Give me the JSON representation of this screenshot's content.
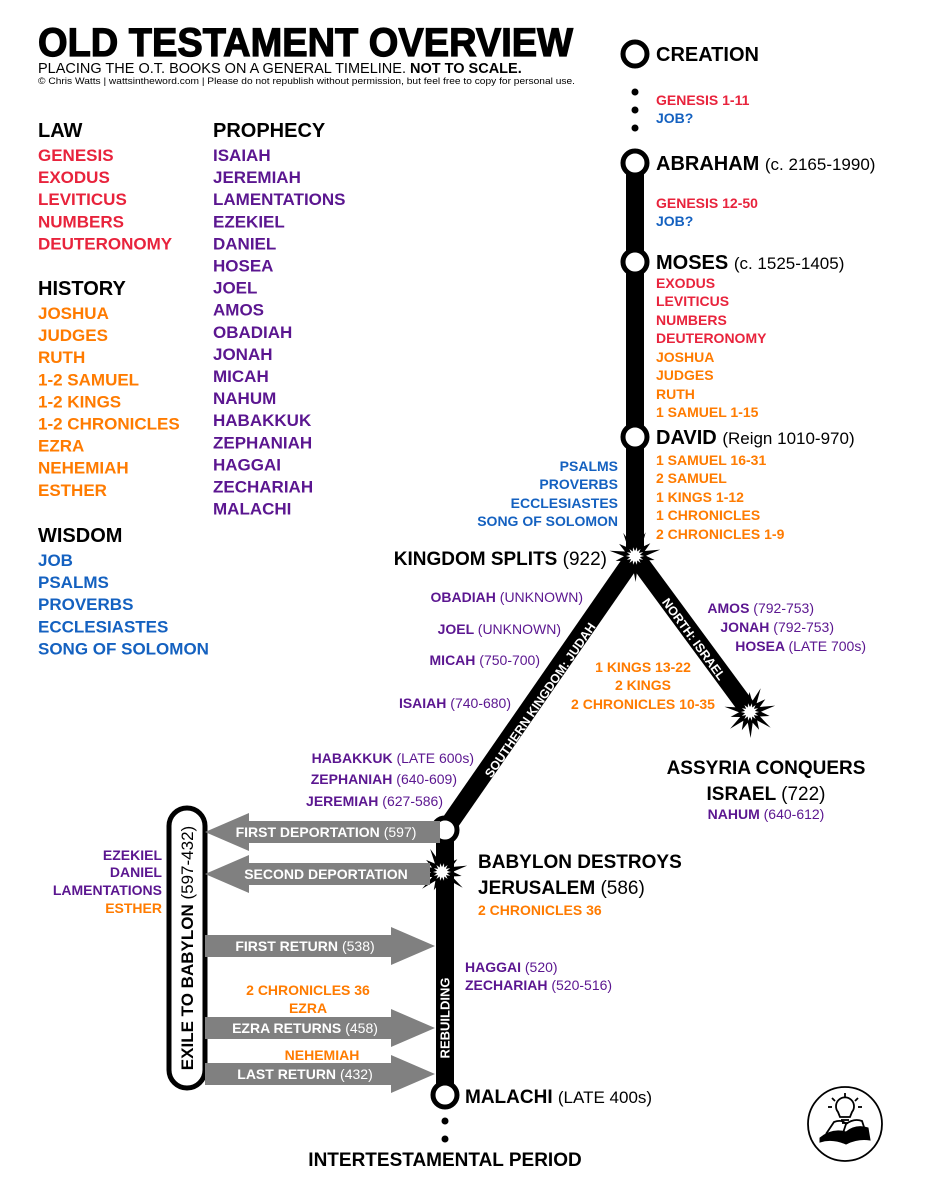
{
  "header": {
    "title": "OLD TESTAMENT OVERVIEW",
    "subtitle": "PLACING THE O.T. BOOKS ON A GENERAL TIMELINE.",
    "subtitle_bold": "NOT TO SCALE.",
    "copyright": "© Chris Watts | wattsintheword.com | Please do not republish without permission, but feel free to copy for personal use."
  },
  "colors": {
    "law": "#e8233c",
    "history": "#ff7b00",
    "prophecy": "#5b1690",
    "wisdom": "#1461c0",
    "timeline": "#000000",
    "arrows": "#808080"
  },
  "categories": [
    {
      "heading": "LAW",
      "color": "red",
      "books": [
        "GENESIS",
        "EXODUS",
        "LEVITICUS",
        "NUMBERS",
        "DEUTERONOMY"
      ]
    },
    {
      "heading": "HISTORY",
      "color": "org",
      "books": [
        "JOSHUA",
        "JUDGES",
        "RUTH",
        "1-2 SAMUEL",
        "1-2 KINGS",
        "1-2 CHRONICLES",
        "EZRA",
        "NEHEMIAH",
        "ESTHER"
      ]
    },
    {
      "heading": "WISDOM",
      "color": "blu",
      "books": [
        "JOB",
        "PSALMS",
        "PROVERBS",
        "ECCLESIASTES",
        "SONG OF SOLOMON"
      ]
    },
    {
      "heading": "PROPHECY",
      "color": "pur",
      "books": [
        "ISAIAH",
        "JEREMIAH",
        "LAMENTATIONS",
        "EZEKIEL",
        "DANIEL",
        "HOSEA",
        "JOEL",
        "AMOS",
        "OBADIAH",
        "JONAH",
        "MICAH",
        "NAHUM",
        "HABAKKUK",
        "ZEPHANIAH",
        "HAGGAI",
        "ZECHARIAH",
        "MALACHI"
      ]
    }
  ],
  "timeline": {
    "creation": "CREATION",
    "creation_books": [
      "GENESIS 1-11",
      "JOB?"
    ],
    "abraham": {
      "name": "ABRAHAM",
      "date": "(c. 2165-1990)"
    },
    "abraham_books": [
      "GENESIS 12-50",
      "JOB?"
    ],
    "moses": {
      "name": "MOSES",
      "date": "(c. 1525-1405)"
    },
    "moses_books_law": [
      "EXODUS",
      "LEVITICUS",
      "NUMBERS",
      "DEUTERONOMY"
    ],
    "moses_books_history": [
      "JOSHUA",
      "JUDGES",
      "RUTH",
      "1 SAMUEL 1-15"
    ],
    "david": {
      "name": "DAVID",
      "date": "(Reign 1010-970)"
    },
    "david_books_history": [
      "1 SAMUEL 16-31",
      "2 SAMUEL",
      "1 KINGS 1-12",
      "1 CHRONICLES",
      "2 CHRONICLES 1-9"
    ],
    "david_books_wisdom": [
      "PSALMS",
      "PROVERBS",
      "ECCLESIASTES",
      "SONG OF SOLOMON"
    ],
    "split": {
      "name": "KINGDOM SPLITS",
      "date": "(922)"
    },
    "south_label": "SOUTHERN KINGDOM: JUDAH",
    "north_label": "NORTH: ISRAEL",
    "south_prophets": [
      {
        "name": "OBADIAH",
        "date": "(UNKNOWN)"
      },
      {
        "name": "JOEL",
        "date": "(UNKNOWN)"
      },
      {
        "name": "MICAH",
        "date": "(750-700)"
      },
      {
        "name": "ISAIAH",
        "date": "(740-680)"
      },
      {
        "name": "HABAKKUK",
        "date": "(LATE 600s)"
      },
      {
        "name": "ZEPHANIAH",
        "date": "(640-609)"
      },
      {
        "name": "JEREMIAH",
        "date": "(627-586)"
      }
    ],
    "divided_books": [
      "1 KINGS 13-22",
      "2 KINGS",
      "2 CHRONICLES 10-35"
    ],
    "north_prophets": [
      {
        "name": "AMOS",
        "date": "(792-753)"
      },
      {
        "name": "JONAH",
        "date": "(792-753)"
      },
      {
        "name": "HOSEA",
        "date": "(LATE 700s)"
      }
    ],
    "assyria": {
      "line1": "ASSYRIA CONQUERS",
      "line2": "ISRAEL",
      "date": "(722)"
    },
    "nahum": {
      "name": "NAHUM",
      "date": "(640-612)"
    },
    "babylon": {
      "line1": "BABYLON DESTROYS",
      "line2": "JERUSALEM",
      "date": "(586)"
    },
    "babylon_book": "2 CHRONICLES 36",
    "exile": {
      "name": "EXILE TO BABYLON",
      "date": "(597-432)"
    },
    "exile_books_prophecy": [
      "EZEKIEL",
      "DANIEL",
      "LAMENTATIONS"
    ],
    "exile_books_history": [
      "ESTHER"
    ],
    "arrows": [
      {
        "label": "FIRST DEPORTATION",
        "date": "(597)"
      },
      {
        "label": "SECOND DEPORTATION",
        "date": ""
      },
      {
        "label": "FIRST RETURN",
        "date": "(538)"
      },
      {
        "label": "EZRA RETURNS",
        "date": "(458)"
      },
      {
        "label": "LAST RETURN",
        "date": "(432)"
      }
    ],
    "ezra_books": [
      "2 CHRONICLES 36",
      "EZRA"
    ],
    "nehemiah_book": "NEHEMIAH",
    "rebuilding": "REBUILDING",
    "rebuilding_prophets": [
      {
        "name": "HAGGAI",
        "date": "(520)"
      },
      {
        "name": "ZECHARIAH",
        "date": "(520-516)"
      }
    ],
    "malachi": {
      "name": "MALACHI",
      "date": "(LATE 400s)"
    },
    "intertestamental": "INTERTESTAMENTAL PERIOD"
  },
  "logo": {
    "icon": "lightbulb-book-icon"
  }
}
